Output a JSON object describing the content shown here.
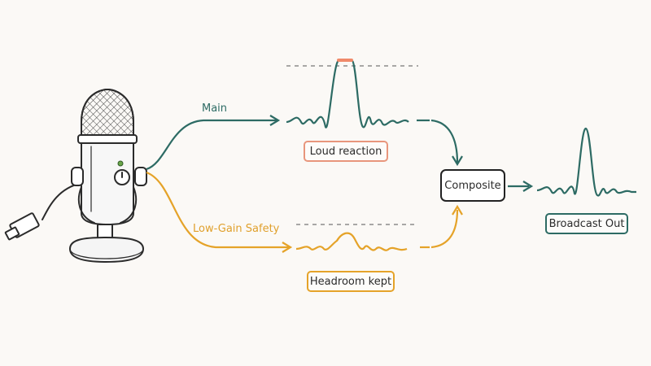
{
  "labels": {
    "main_path": "Main",
    "safety_path": "Low-Gain Safety",
    "loud_reaction": "Loud reaction",
    "headroom_kept": "Headroom kept",
    "composite": "Composite",
    "broadcast_out": "Broadcast Out"
  },
  "colors": {
    "main": "#2d6b64",
    "safety": "#e5a329",
    "clip_marker": "#f08a6a",
    "loud_box_border": "#e8967c",
    "outline": "#2b2b2b",
    "background": "#fbf9f6"
  },
  "icons": {
    "microphone": "condenser-mic-icon",
    "usb_cable": "usb-plug-icon"
  }
}
